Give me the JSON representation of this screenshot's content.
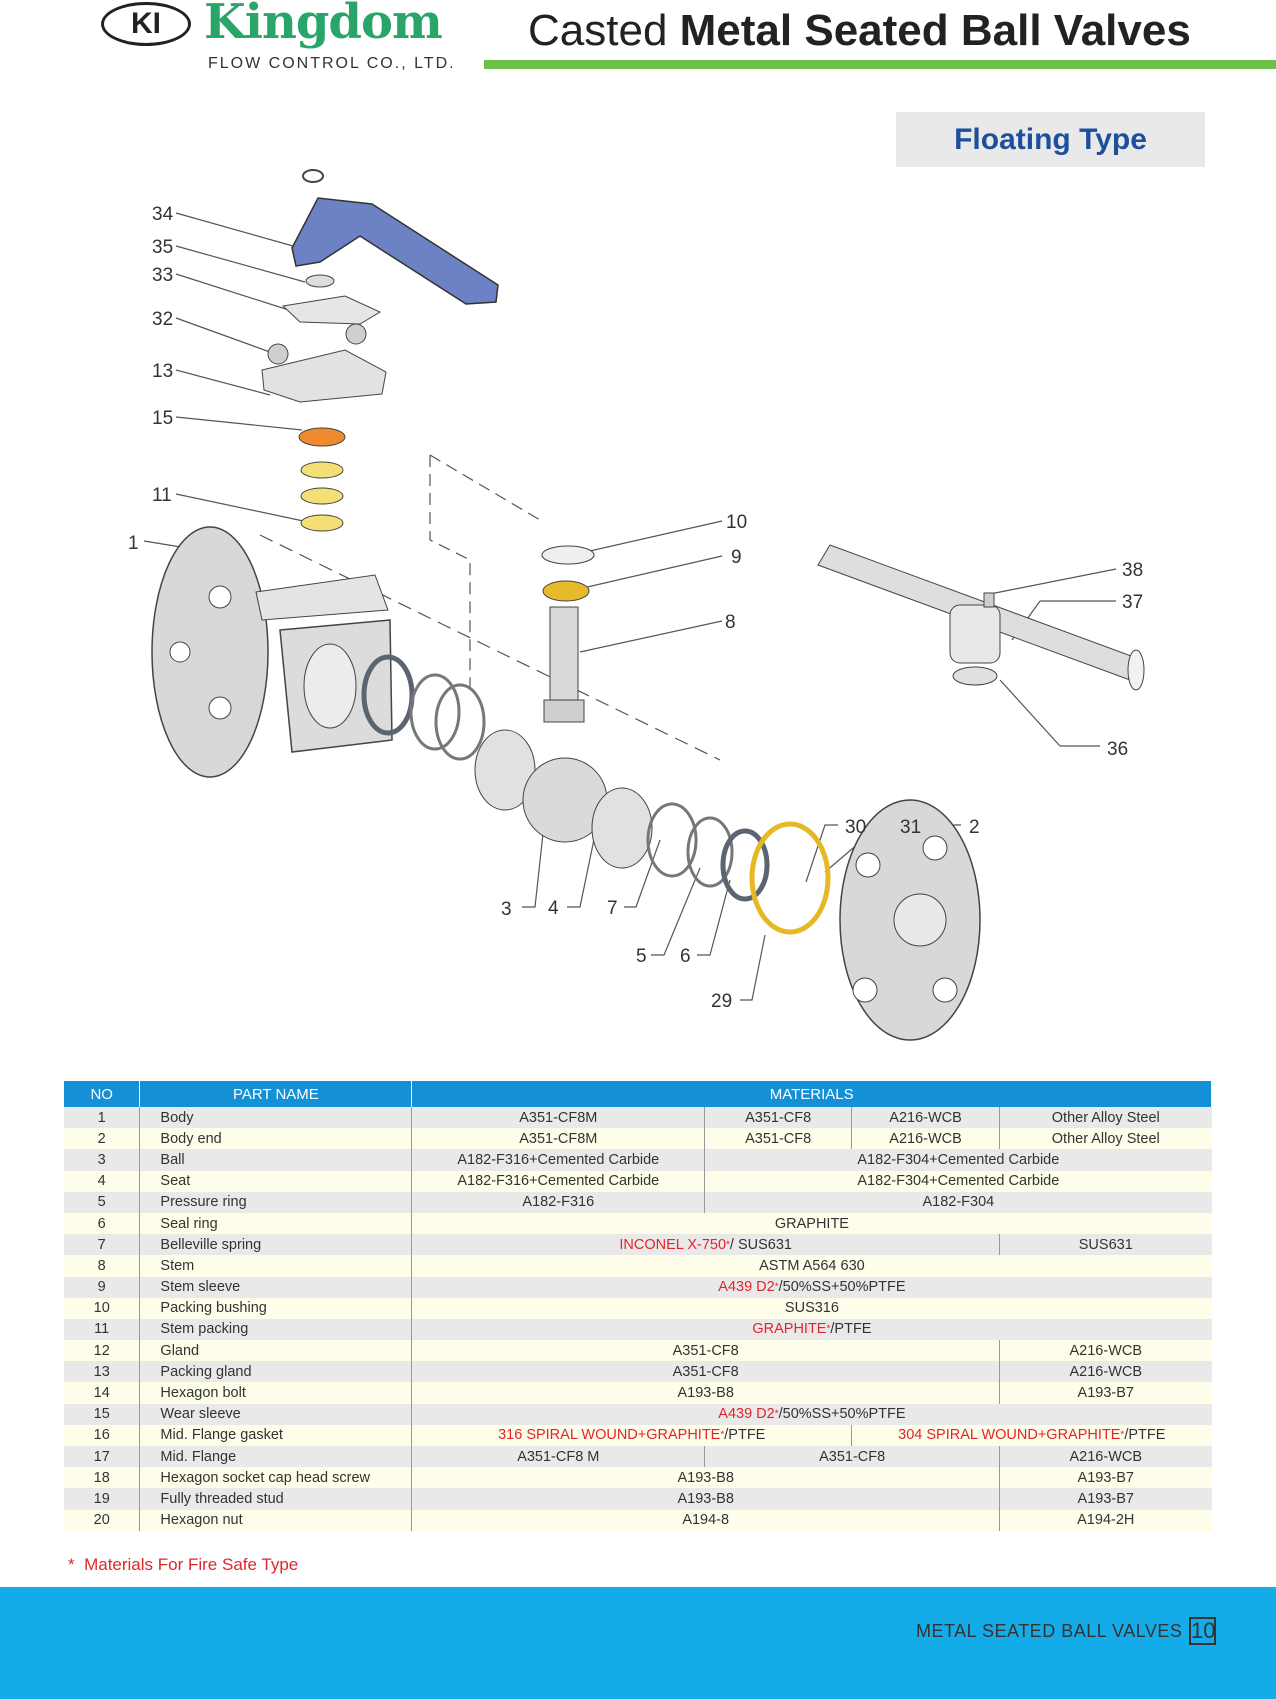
{
  "brand": {
    "logo_mark": "KI",
    "name": "Kingdom",
    "subtitle": "FLOW CONTROL CO., LTD."
  },
  "title": {
    "light": "Casted",
    "bold": "Metal Seated Ball Valves"
  },
  "type_label": "Floating Type",
  "callouts": [
    "34",
    "35",
    "33",
    "32",
    "13",
    "15",
    "11",
    "1",
    "10",
    "9",
    "8",
    "38",
    "37",
    "36",
    "30",
    "31",
    "2",
    "3",
    "4",
    "7",
    "5",
    "6",
    "29"
  ],
  "table": {
    "headers": {
      "no": "NO",
      "part_name": "PART NAME",
      "materials": "MATERIALS"
    },
    "rows": [
      {
        "no": "1",
        "name": "Body",
        "m": [
          "A351-CF8M",
          "A351-CF8",
          "A216-WCB",
          "Other Alloy Steel"
        ]
      },
      {
        "no": "2",
        "name": "Body end",
        "m": [
          "A351-CF8M",
          "A351-CF8",
          "A216-WCB",
          "Other Alloy Steel"
        ]
      },
      {
        "no": "3",
        "name": "Ball",
        "m": [
          "A182-F316+Cemented Carbide",
          "A182-F304+Cemented Carbide"
        ]
      },
      {
        "no": "4",
        "name": "Seat",
        "m": [
          "A182-F316+Cemented Carbide",
          "A182-F304+Cemented Carbide"
        ]
      },
      {
        "no": "5",
        "name": "Pressure ring",
        "m": [
          "A182-F316",
          "A182-F304"
        ]
      },
      {
        "no": "6",
        "name": "Seal ring",
        "m": [
          "GRAPHITE"
        ]
      },
      {
        "no": "7",
        "name": "Belleville spring",
        "m_red": "INCONEL X-750",
        "m_rest": "/ SUS631",
        "m_last": "SUS631"
      },
      {
        "no": "8",
        "name": "Stem",
        "m": [
          "ASTM A564 630"
        ]
      },
      {
        "no": "9",
        "name": "Stem sleeve",
        "m_red": "A439 D2",
        "m_rest": "/50%SS+50%PTFE"
      },
      {
        "no": "10",
        "name": "Packing bushing",
        "m": [
          "SUS316"
        ]
      },
      {
        "no": "11",
        "name": "Stem packing",
        "m_red": "GRAPHITE",
        "m_rest": "/PTFE"
      },
      {
        "no": "12",
        "name": "Gland",
        "m": [
          "A351-CF8",
          "A216-WCB"
        ]
      },
      {
        "no": "13",
        "name": "Packing gland",
        "m": [
          "A351-CF8",
          "A216-WCB"
        ]
      },
      {
        "no": "14",
        "name": "Hexagon bolt",
        "m": [
          "A193-B8",
          "A193-B7"
        ]
      },
      {
        "no": "15",
        "name": "Wear sleeve",
        "m_red": "A439 D2",
        "m_rest": "/50%SS+50%PTFE"
      },
      {
        "no": "16",
        "name": "Mid. Flange gasket",
        "m_red": "316 SPIRAL WOUND+GRAPHITE",
        "m_rest": "/PTFE",
        "m_red2": "304 SPIRAL WOUND+GRAPHITE",
        "m_rest2": "/PTFE"
      },
      {
        "no": "17",
        "name": "Mid. Flange",
        "m": [
          "A351-CF8 M",
          "A351-CF8",
          "A216-WCB"
        ]
      },
      {
        "no": "18",
        "name": "Hexagon socket cap head screw",
        "m": [
          "A193-B8",
          "A193-B7"
        ]
      },
      {
        "no": "19",
        "name": "Fully threaded stud",
        "m": [
          "A193-B8",
          "A193-B7"
        ]
      },
      {
        "no": "20",
        "name": "Hexagon nut",
        "m": [
          "A194-8",
          "A194-2H"
        ]
      }
    ]
  },
  "fire_safe_marker": "*",
  "note": "Materials For Fire Safe Type",
  "footer": {
    "text": "METAL SEATED BALL VALVES",
    "page": "10"
  },
  "colors": {
    "brand_green": "#2aa56a",
    "title_bar": "#6cc04a",
    "type_text": "#1d4f9c",
    "table_header": "#1490d6",
    "footer_band": "#14ace8",
    "fire_safe_red": "#e0262c"
  }
}
